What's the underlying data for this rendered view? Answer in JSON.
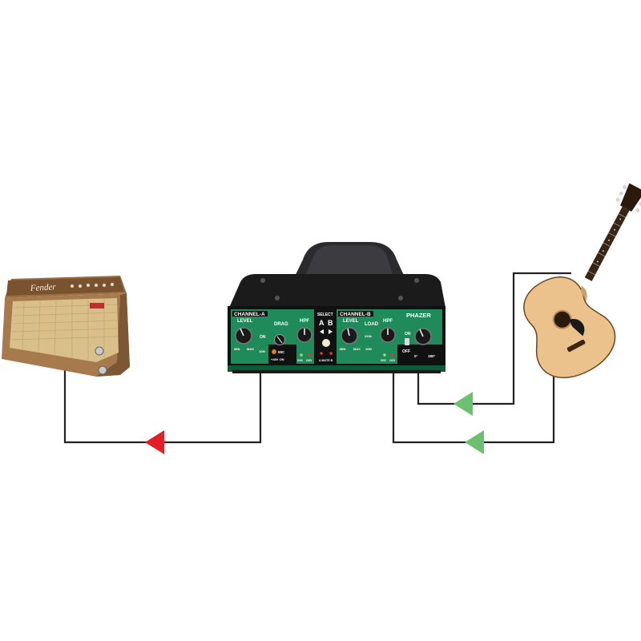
{
  "diagram": {
    "amp": {
      "logo": "Fender"
    },
    "device": {
      "brand": "PHAZER",
      "channel_a": "CHANNEL-A",
      "channel_b": "CHANNEL-B",
      "select": "SELECT",
      "select_a": "A",
      "select_b": "B",
      "level": "LEVEL",
      "drag": "DRAG",
      "hpf": "HPF",
      "load": "LOAD",
      "on": "ON",
      "off": "OFF",
      "min": "MIN",
      "max": "MAX",
      "val_10m": "10M",
      "val_220k": "220k",
      "mic": "MIC",
      "phantom": "+48V ON",
      "sig": "SIG",
      "od": "O/D",
      "mute": "A MUTE B",
      "deg_0": "0°",
      "deg_180": "180°"
    },
    "colors": {
      "wire": "#222222",
      "output_arrow": "#e41e26",
      "input_arrow": "#6cc070",
      "panel": "#1f8a5a"
    }
  }
}
